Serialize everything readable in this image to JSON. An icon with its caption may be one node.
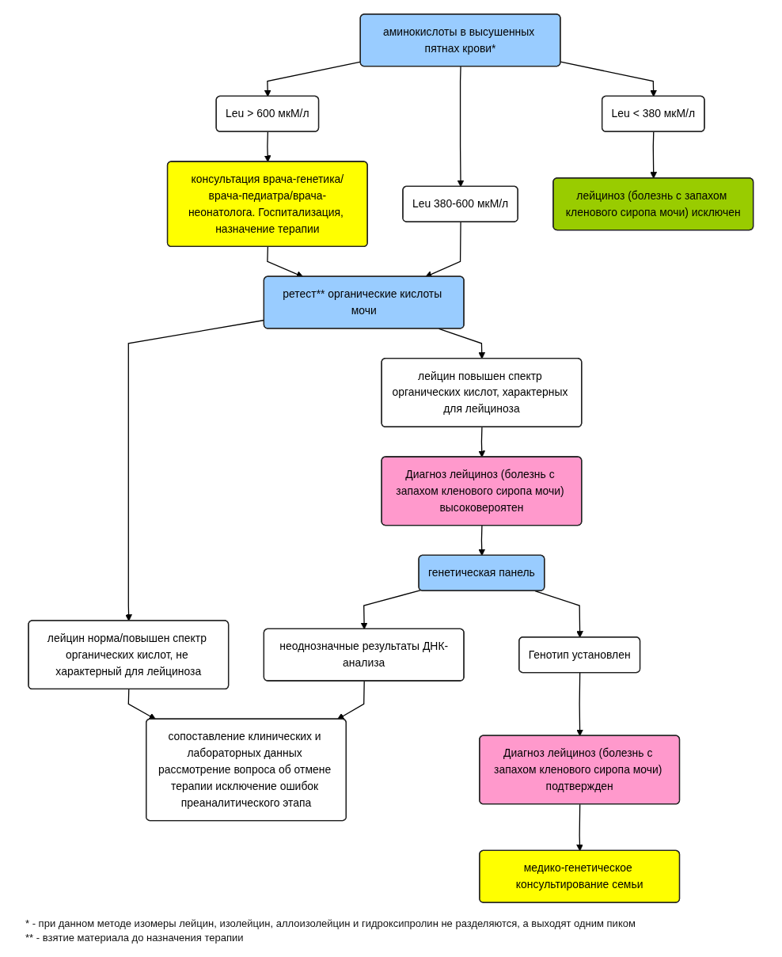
{
  "diagram": {
    "nodes": [
      {
        "text": [
          "аминокислоты в высушенных пятнах крови*"
        ]
      },
      {
        "text": [
          "Leu > 600 мкМ/л"
        ]
      },
      {
        "text": [
          "Leu 380-600 мкМ/л"
        ]
      },
      {
        "text": [
          "Leu < 380 мкМ/л"
        ]
      },
      {
        "text": [
          "консультация врача-генетика/врача-педиатра/врача-неонатолога. Госпитализация, назначение терапии"
        ]
      },
      {
        "text": [
          "лейциноз (болезнь с запахом кленового сиропа мочи) исключен"
        ]
      },
      {
        "text": [
          "ретест** органические кислоты мочи"
        ]
      },
      {
        "text": [
          "лейцин повышен спектр органических кислот, характерных для лейциноза"
        ]
      },
      {
        "text": [
          "лейцин норма/повышен спектр органических кислот, не характерный для лейциноза"
        ]
      },
      {
        "text": [
          "Диагноз лейциноз (болезнь с запахом кленового сиропа мочи) высоковероятен"
        ]
      },
      {
        "text": [
          "сопоставление клинических и лабораторных данных рассмотрение вопроса об отмене терапии исключение ошибок преаналитического этапа"
        ]
      },
      {
        "text": [
          "генетическая панель"
        ]
      },
      {
        "text": [
          "неоднозначные результаты ДНК-анализа"
        ]
      },
      {
        "text": [
          "Генотип установлен"
        ]
      },
      {
        "text": [
          "Диагноз лейциноз (болезнь с запахом кленового сиропа мочи) подтвержден"
        ]
      },
      {
        "text": [
          "медико-генетическое консультирование семьи"
        ]
      }
    ],
    "edges": [
      {
        "from": 0,
        "to": 1,
        "arrow": "to"
      },
      {
        "from": 0,
        "to": 2,
        "arrow": "to"
      },
      {
        "from": 0,
        "to": 3,
        "arrow": "to"
      },
      {
        "from": 1,
        "to": 4,
        "arrow": "to"
      },
      {
        "from": 3,
        "to": 5,
        "arrow": "to"
      },
      {
        "from": 4,
        "to": 6,
        "arrow": "to"
      },
      {
        "from": 2,
        "to": 6,
        "arrow": "to"
      },
      {
        "from": 6,
        "to": 7,
        "arrow": "to"
      },
      {
        "from": 6,
        "to": 8,
        "arrow": "to"
      },
      {
        "from": 7,
        "to": 9,
        "arrow": "to"
      },
      {
        "from": 8,
        "to": 10,
        "arrow": "to"
      },
      {
        "from": 9,
        "to": 11,
        "arrow": "to"
      },
      {
        "from": 11,
        "to": 12,
        "arrow": "to"
      },
      {
        "from": 12,
        "to": 10,
        "arrow": "to"
      },
      {
        "from": 11,
        "to": 13,
        "arrow": "to"
      },
      {
        "from": 13,
        "to": 14,
        "arrow": "to"
      },
      {
        "from": 14,
        "to": 15,
        "arrow": "to"
      }
    ],
    "labels": [
      "* - при данном методе изомеры лейцин, изолейцин, аллоизолейцин и гидроксипролин не разделяются, а выходят одним пиком",
      "** - взятие материала до назначения терапии"
    ]
  }
}
